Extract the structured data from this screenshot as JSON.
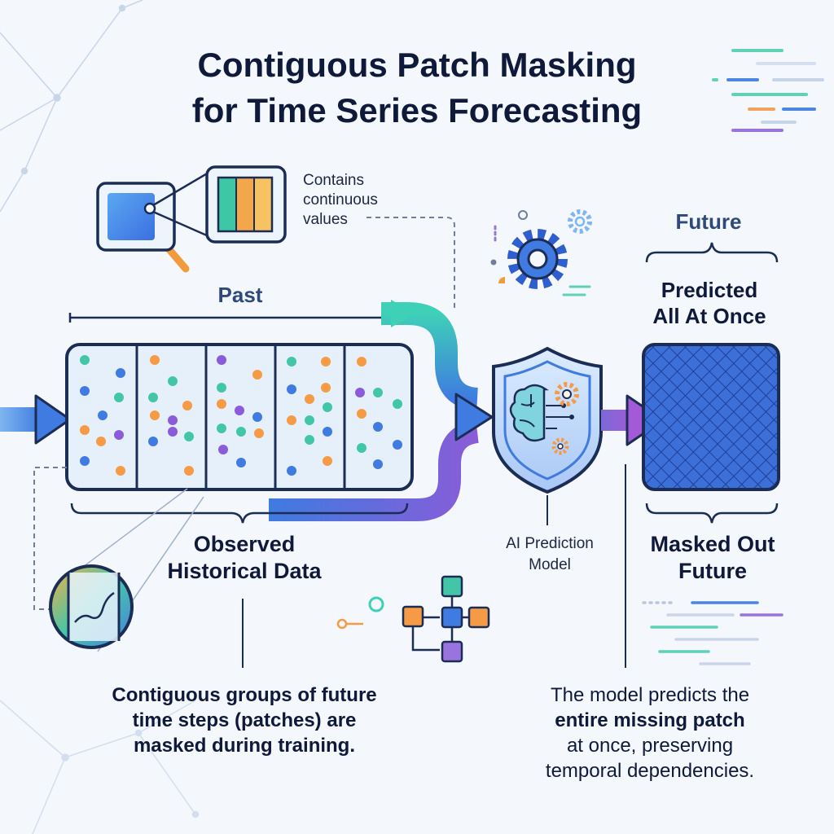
{
  "title": {
    "line1": "Contiguous Patch Masking",
    "line2": "for Time Series Forecasting"
  },
  "labels": {
    "past": "Past",
    "future": "Future",
    "contains_line1": "Contains",
    "contains_line2": "continuous",
    "contains_line3": "values",
    "predicted_line1": "Predicted",
    "predicted_line2": "All At Once",
    "observed_line1": "Observed",
    "observed_line2": "Historical Data",
    "ai_line1": "AI Prediction",
    "ai_line2": "Model",
    "masked_line1": "Masked Out",
    "masked_line2": "Future"
  },
  "captions": {
    "left_line1": "Contiguous groups of future",
    "left_line2": "time steps (patches) are",
    "left_line3": "masked during training.",
    "right_line1": "The model predicts the",
    "right_line2": "entire missing patch",
    "right_line3": "at once, preserving",
    "right_line4": "temporal dependencies."
  },
  "colors": {
    "accent_blue": "#3f7be0",
    "accent_teal": "#34c6b4",
    "accent_purple": "#8a5cd8",
    "accent_orange": "#f59a45",
    "outline": "#1c2d55",
    "patch_fill": "#e6f0fb",
    "masked_fill": "#3d6fd8"
  },
  "icons": [
    "magnifier-icon",
    "gear-icon",
    "brain-shield-icon",
    "network-graph-icon",
    "lens-chart-icon"
  ]
}
